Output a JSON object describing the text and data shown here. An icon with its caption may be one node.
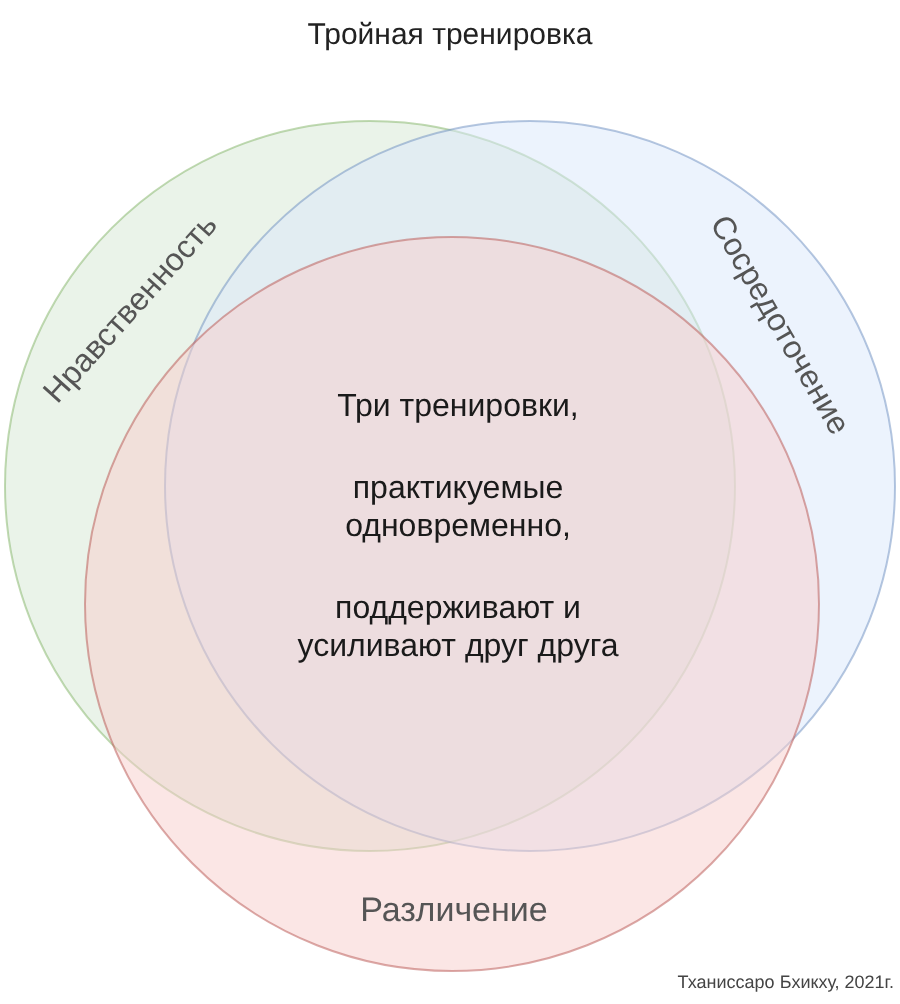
{
  "diagram": {
    "title": "Тройная тренировка",
    "nodes": [
      {
        "text": [
          "Нравственность"
        ]
      },
      {
        "text": [
          "Сосредоточение"
        ]
      },
      {
        "text": [
          "Различение"
        ]
      }
    ],
    "labels": [
      "Три тренировки,",
      "практикуемые одновременно,",
      "поддерживают и усиливают друг друга",
      "Тханиссаро Бхикху, 2021г."
    ]
  }
}
